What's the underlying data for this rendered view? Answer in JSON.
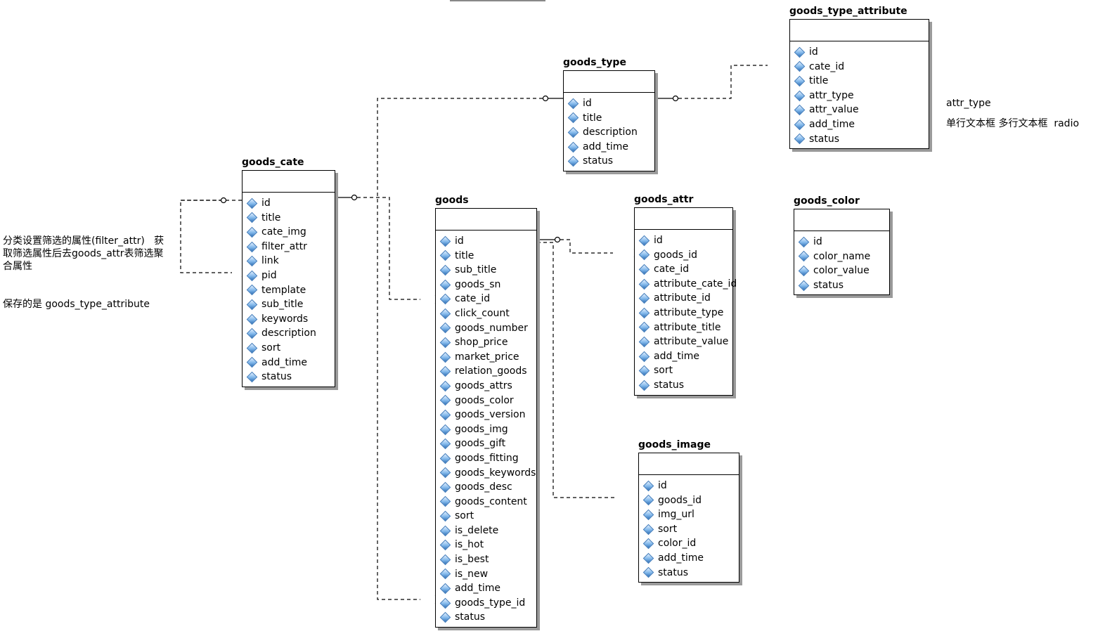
{
  "entities": [
    {
      "id": "goods_cate",
      "name": "goods_cate",
      "fields": [
        "id",
        "title",
        "cate_img",
        "filter_attr",
        "link",
        "pid",
        "template",
        "sub_title",
        "keywords",
        "description",
        "sort",
        "add_time",
        "status"
      ]
    },
    {
      "id": "goods_type",
      "name": "goods_type",
      "fields": [
        "id",
        "title",
        "description",
        "add_time",
        "status"
      ]
    },
    {
      "id": "goods_type_attribute",
      "name": "goods_type_attribute",
      "fields": [
        "id",
        "cate_id",
        "title",
        "attr_type",
        "attr_value",
        "add_time",
        "status"
      ]
    },
    {
      "id": "goods",
      "name": "goods",
      "fields": [
        "id",
        "title",
        "sub_title",
        "goods_sn",
        "cate_id",
        "click_count",
        "goods_number",
        "shop_price",
        "market_price",
        "relation_goods",
        "goods_attrs",
        "goods_color",
        "goods_version",
        "goods_img",
        "goods_gift",
        "goods_fitting",
        "goods_keywords",
        "goods_desc",
        "goods_content",
        "sort",
        "is_delete",
        "is_hot",
        "is_best",
        "is_new",
        "add_time",
        "goods_type_id",
        "status"
      ]
    },
    {
      "id": "goods_attr",
      "name": "goods_attr",
      "fields": [
        "id",
        "goods_id",
        "cate_id",
        "attribute_cate_id",
        "attribute_id",
        "attribute_type",
        "attribute_title",
        "attribute_value",
        "add_time",
        "sort",
        "status"
      ]
    },
    {
      "id": "goods_color",
      "name": "goods_color",
      "fields": [
        "id",
        "color_name",
        "color_value",
        "status"
      ]
    },
    {
      "id": "goods_image",
      "name": "goods_image",
      "fields": [
        "id",
        "goods_id",
        "img_url",
        "sort",
        "color_id",
        "add_time",
        "status"
      ]
    }
  ],
  "notes": {
    "filter_note": "分类设置筛选的属性(filter_attr)   获取筛选属性后去goods_attr表筛选聚合属性",
    "save_note": "保存的是 goods_type_attribute",
    "attr_type_label": "attr_type",
    "attr_type_options": "单行文本框 多行文本框  radio"
  },
  "colors": {
    "line": "#000000",
    "shadow": "#9a9a9a",
    "field_icon": "#7fb6ea"
  },
  "icons": {
    "field": "diamond-icon",
    "relation_end": "crowfoot-icon"
  }
}
